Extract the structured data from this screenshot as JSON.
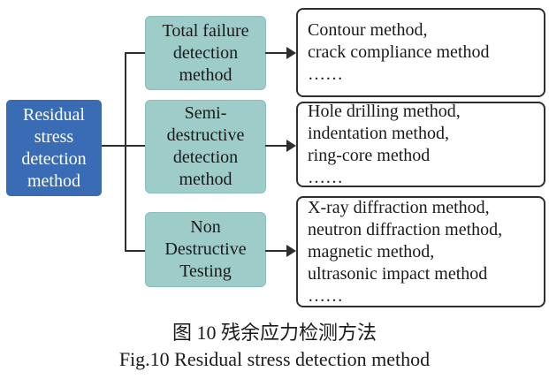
{
  "root": {
    "text": "Residual\nstress\ndetection\nmethod"
  },
  "branches": [
    {
      "category": "Total failure\ndetection\nmethod",
      "methods": "Contour method,\ncrack compliance method\n……"
    },
    {
      "category": "Semi-\ndestructive\ndetection\nmethod",
      "methods": "Hole drilling method,\nindentation method,\nring-core method\n……"
    },
    {
      "category": "Non\nDestructive\nTesting",
      "methods": "X-ray diffraction method,\nneutron diffraction method,\nmagnetic method,\nultrasonic impact method\n……"
    }
  ],
  "caption": {
    "zh": "图 10 残余应力检测方法",
    "en": "Fig.10 Residual stress detection method"
  },
  "colors": {
    "root_fill": "#3A6CB5",
    "root_text": "#FFFFFF",
    "category_fill": "#9DCCC9",
    "category_edge": "#8ABFBC",
    "line": "#2E2E2E"
  }
}
